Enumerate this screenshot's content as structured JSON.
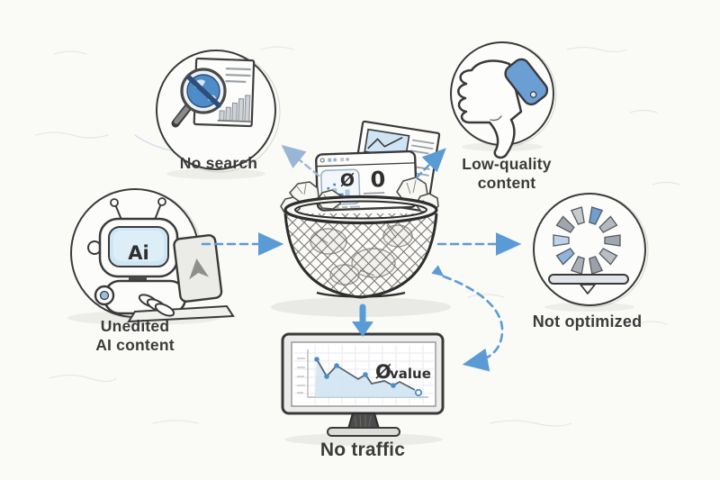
{
  "title": "Unedited AI content thrown away diagram",
  "canvas": {
    "bg": "#fafaf7",
    "ink": "#3b3b3b",
    "accent": "#5b9bd5",
    "accent_light": "#9ab6d6"
  },
  "source": {
    "id": "unedited-ai-content",
    "label_line1": "Unedited",
    "label_line2": "AI content",
    "robot_face": "Ai"
  },
  "center": {
    "id": "trash-basket",
    "doc_slashed_zero": "Ø",
    "doc_zero": "0"
  },
  "outcomes": {
    "no_search": {
      "label": "No search"
    },
    "low_quality": {
      "label_line1": "Low-quality",
      "label_line2": "content"
    },
    "not_optimized": {
      "label": "Not optimized"
    },
    "no_traffic": {
      "label": "No traffic",
      "slashed_zero": "Ø",
      "value_word": "value"
    }
  },
  "edges": [
    {
      "from": "unedited-ai-content",
      "to": "trash-basket",
      "style": "dashed"
    },
    {
      "from": "trash-basket",
      "to": "no-search",
      "style": "dashed"
    },
    {
      "from": "trash-basket",
      "to": "low-quality-content",
      "style": "dashed"
    },
    {
      "from": "trash-basket",
      "to": "not-optimized",
      "style": "dashed"
    },
    {
      "from": "trash-basket",
      "to": "no-traffic",
      "style": "solid"
    },
    {
      "from": "trash-basket",
      "to": "no-traffic",
      "style": "dashed-curved"
    }
  ]
}
